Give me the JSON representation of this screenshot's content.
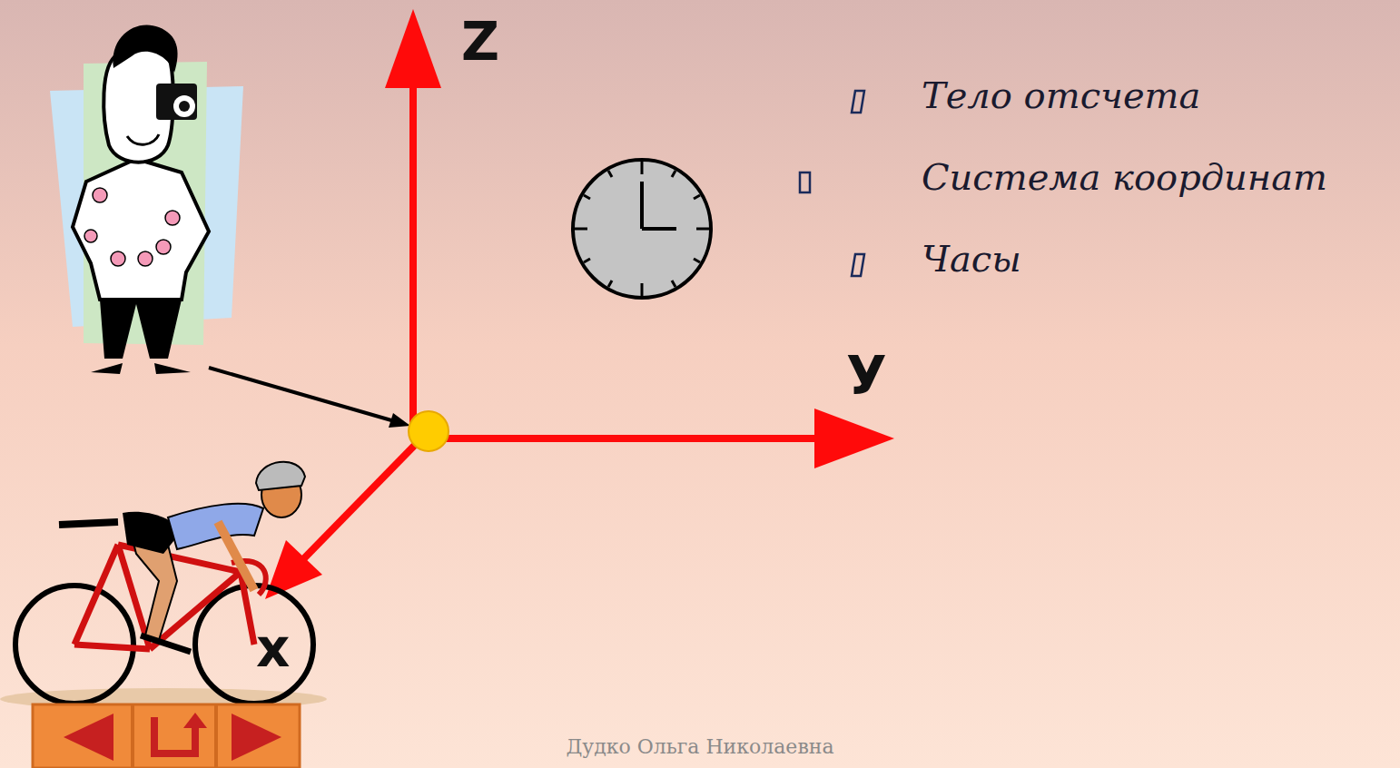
{
  "diagram": {
    "labels": [
      "Z",
      "Тело отсчета",
      "Система координат",
      "Часы",
      "У",
      "x",
      "Дудко Ольга Николаевна"
    ]
  }
}
